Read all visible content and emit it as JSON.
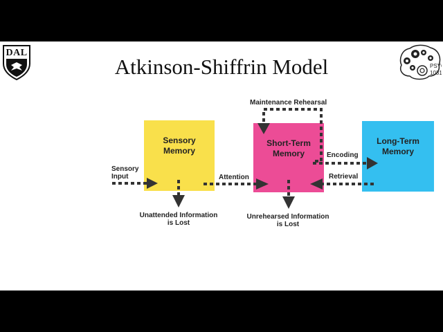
{
  "slide": {
    "title": "Atkinson-Shiffrin Model",
    "logos": {
      "university": "DAL",
      "course_line1": "PSYO",
      "course_line2": "1031"
    }
  },
  "diagram": {
    "boxes": {
      "sensory": "Sensory Memory",
      "short_term": "Short-Term Memory",
      "long_term": "Long-Term Memory"
    },
    "labels": {
      "input_line1": "Sensory",
      "input_line2": "Input",
      "attention": "Attention",
      "encoding": "Encoding",
      "retrieval": "Retrieval",
      "rehearsal": "Maintenance Rehearsal",
      "lost_unattended_line1": "Unattended Information",
      "lost_unattended_line2": "is Lost",
      "lost_unrehearsed_line1": "Unrehearsed Information",
      "lost_unrehearsed_line2": "is Lost"
    },
    "colors": {
      "sensory": "#f9e04b",
      "short_term": "#ec4c96",
      "long_term": "#34bff0",
      "arrows": "#333333"
    }
  }
}
